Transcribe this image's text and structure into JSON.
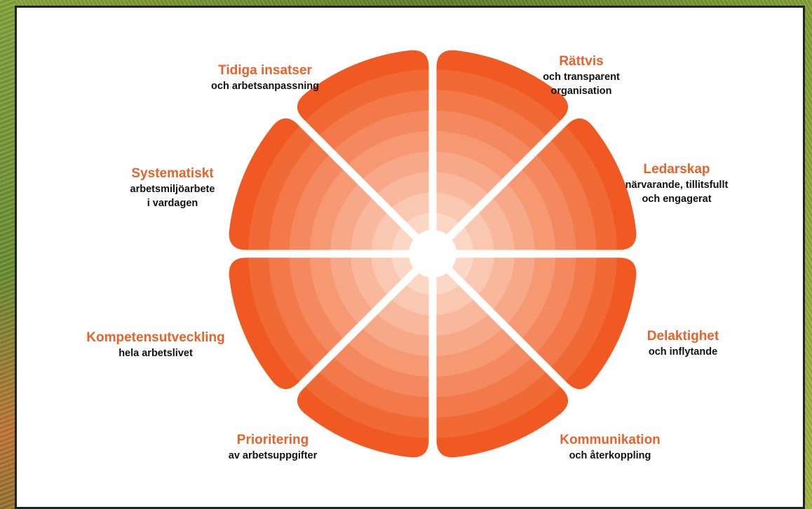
{
  "colors": {
    "accent": "#e8622b",
    "ring_outer": "#f05a22",
    "ring_inner": "#fde7d9",
    "text": "#111111"
  },
  "segments": [
    {
      "title": "Rättvis",
      "lines": [
        "och transparent",
        "organisation"
      ]
    },
    {
      "title": "Ledarskap",
      "lines": [
        "närvarande, tillitsfullt",
        "och engagerat"
      ]
    },
    {
      "title": "Delaktighet",
      "lines": [
        "och inflytande"
      ]
    },
    {
      "title": "Kommunikation",
      "lines": [
        "och återkoppling"
      ]
    },
    {
      "title": "Prioritering",
      "lines": [
        "av arbetsuppgifter"
      ]
    },
    {
      "title": "Kompetensutveckling",
      "lines": [
        "hela arbetslivet"
      ]
    },
    {
      "title": "Systematiskt",
      "lines": [
        "arbetsmiljöarbete",
        "i vardagen"
      ]
    },
    {
      "title": "Tidiga insatser",
      "lines": [
        "och arbetsanpassning"
      ]
    }
  ]
}
